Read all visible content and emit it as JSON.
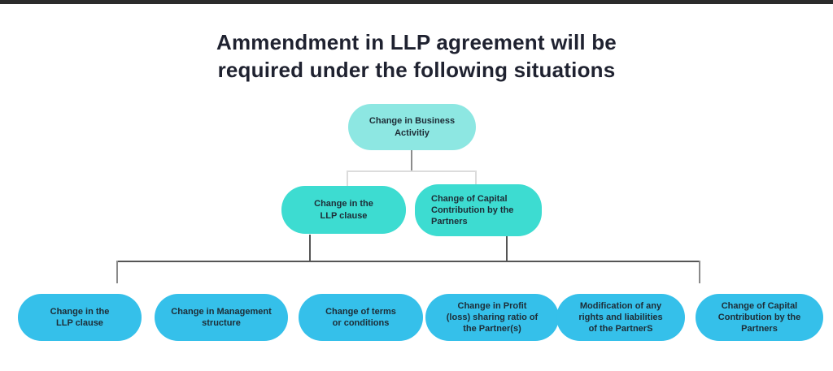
{
  "title": {
    "text": "Ammendment in LLP agreement will be\nrequired under the following situations",
    "color": "#1f2230"
  },
  "frame": {
    "top_bar_color": "#2b2b2b",
    "background_color": "#ffffff"
  },
  "tree": {
    "root": {
      "label": "Change in Business\nActivitiy",
      "fill": "#8de7e2"
    },
    "level2": [
      {
        "label": "Change in the\nLLP clause",
        "fill": "#3ddcd1"
      },
      {
        "label": "Change of Capital\nContribution by the\nPartners",
        "fill": "#3ddcd1"
      }
    ],
    "level3": [
      {
        "label": "Change in the\nLLP clause"
      },
      {
        "label": "Change in Management\nstructure"
      },
      {
        "label": "Change of terms\nor conditions"
      },
      {
        "label": "Change in Profit\n(loss) sharing ratio of\nthe Partner(s)"
      },
      {
        "label": "Modification of any\nrights and liabilities\nof the PartnerS"
      },
      {
        "label": "Change of Capital\nContribution by the\nPartners"
      }
    ],
    "level3_fill": "#35c0ea",
    "node_text_color": "#1d2c36",
    "connector_colors": {
      "upper_stem": "#8c8c8c",
      "upper_bracket": "#dcdcdc",
      "lower": "#555555",
      "lower_end_drops": "#8a8a8a"
    }
  }
}
